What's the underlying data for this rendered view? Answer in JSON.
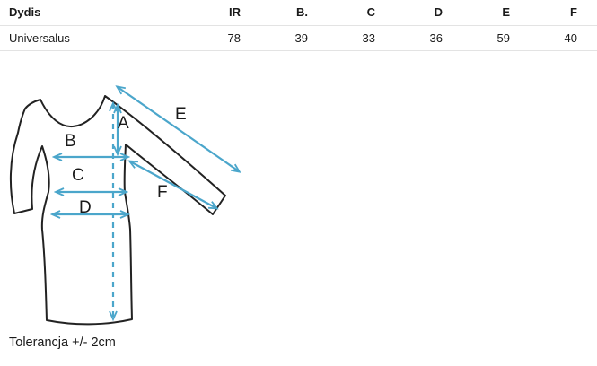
{
  "colors": {
    "arrow": "#4ba6cb",
    "outline": "#222222",
    "text": "#1a1a1a",
    "border": "#e3e3e3"
  },
  "table": {
    "columns": [
      "Dydis",
      "IR",
      "B.",
      "C",
      "D",
      "E",
      "F"
    ],
    "rows": [
      {
        "cells": [
          "Universalus",
          "78",
          "39",
          "33",
          "36",
          "59",
          "40"
        ]
      }
    ]
  },
  "diagram": {
    "labels": {
      "a": "A",
      "b": "B",
      "c": "C",
      "d": "D",
      "e": "E",
      "f": "F"
    }
  },
  "note": {
    "tolerance": "Tolerancja +/- 2cm"
  }
}
